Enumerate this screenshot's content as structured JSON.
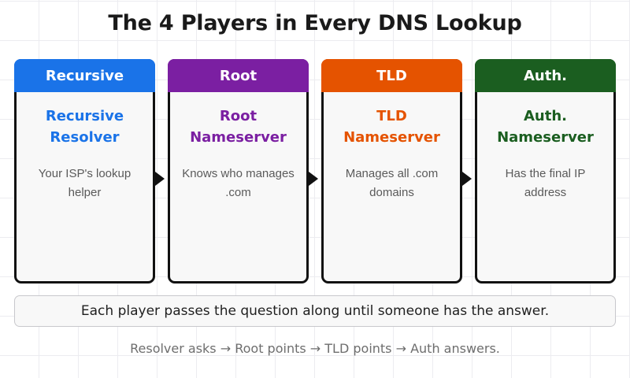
{
  "title": "The 4 Players in Every DNS Lookup",
  "cards": [
    {
      "badge": "Recursive",
      "name": "Recursive Resolver",
      "desc": "Your ISP's lookup helper",
      "color": "#1a73e8",
      "arrow": "▶"
    },
    {
      "badge": "Root",
      "name": "Root Nameserver",
      "desc": "Knows who manages .com",
      "color": "#7b1fa2",
      "arrow": "▶"
    },
    {
      "badge": "TLD",
      "name": "TLD Nameserver",
      "desc": "Manages all .com domains",
      "color": "#e55300",
      "arrow": "▶"
    },
    {
      "badge": "Auth.",
      "name": "Auth. Nameserver",
      "desc": "Has the final IP address",
      "color": "#1b5e20",
      "arrow": ""
    }
  ],
  "summary_banner": "Each player passes the question along until someone has the answer.",
  "footer_note": "Resolver asks → Root points → TLD points → Auth answers."
}
